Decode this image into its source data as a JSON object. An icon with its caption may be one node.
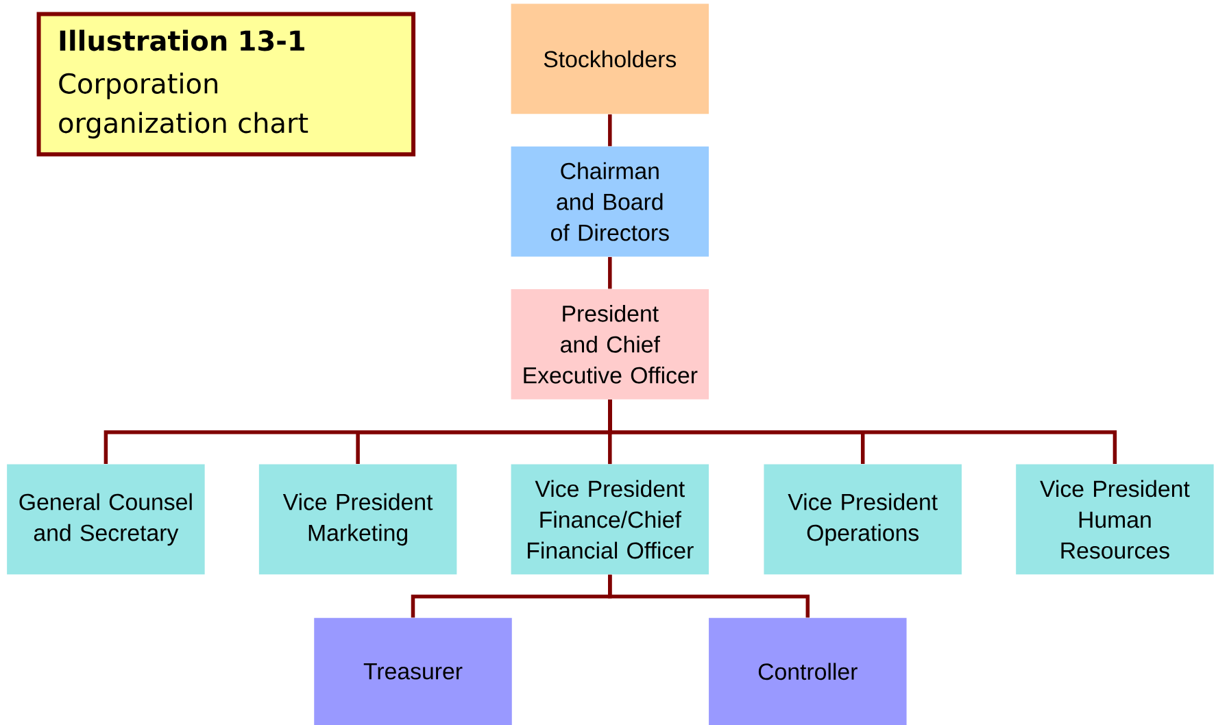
{
  "diagram": {
    "nodes": [
      {
        "text": [
          "Illustration 13-1",
          "Corporation organization chart"
        ]
      },
      {
        "text": [
          "Stockholders"
        ]
      },
      {
        "text": [
          "Chairman and Board of Directors"
        ]
      },
      {
        "text": [
          "President and Chief Executive Officer"
        ]
      },
      {
        "text": [
          "General Counsel and Secretary"
        ]
      },
      {
        "text": [
          "Vice President Marketing"
        ]
      },
      {
        "text": [
          "Vice President Finance/Chief Financial Officer"
        ]
      },
      {
        "text": [
          "Vice President Operations"
        ]
      },
      {
        "text": [
          "Vice President Human Resources"
        ]
      },
      {
        "text": [
          "Treasurer"
        ]
      },
      {
        "text": [
          "Controller"
        ]
      }
    ],
    "edges": [
      {
        "from": 1,
        "to": 2,
        "arrow": "none"
      },
      {
        "from": 2,
        "to": 3,
        "arrow": "none"
      },
      {
        "from": 3,
        "to": 4,
        "arrow": "none"
      },
      {
        "from": 3,
        "to": 5,
        "arrow": "none"
      },
      {
        "from": 3,
        "to": 6,
        "arrow": "none"
      },
      {
        "from": 3,
        "to": 7,
        "arrow": "none"
      },
      {
        "from": 3,
        "to": 8,
        "arrow": "none"
      },
      {
        "from": 6,
        "to": 9,
        "arrow": "none"
      },
      {
        "from": 6,
        "to": 10,
        "arrow": "none"
      }
    ]
  }
}
